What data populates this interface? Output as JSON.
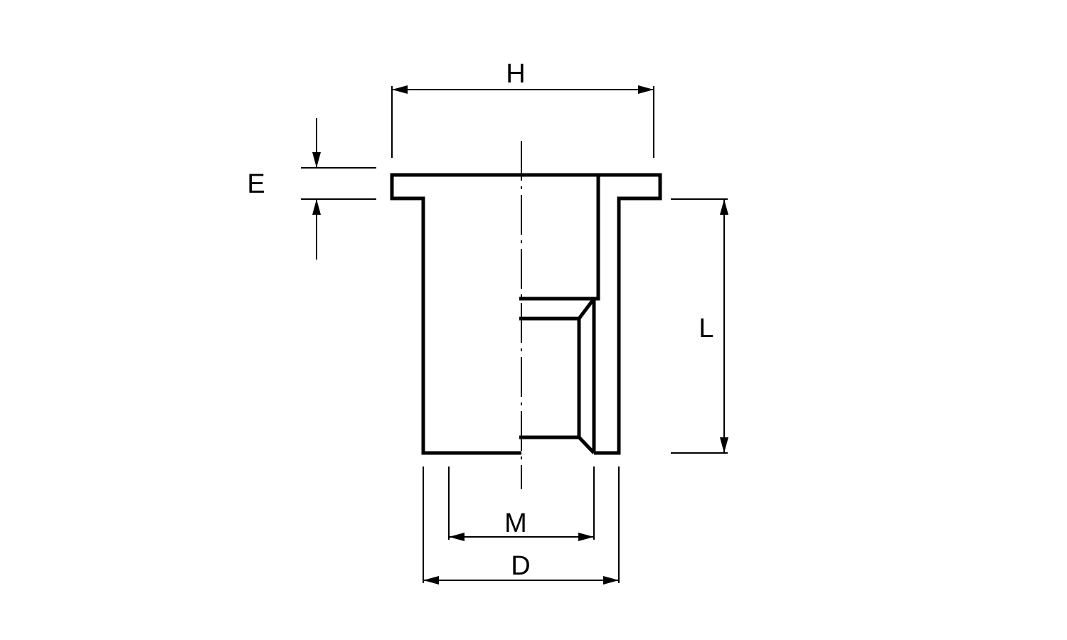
{
  "diagram": {
    "labels": {
      "H": "H",
      "E": "E",
      "L": "L",
      "M": "M",
      "D": "D"
    },
    "colors": {
      "line": "#000000",
      "background": "#ffffff"
    }
  }
}
